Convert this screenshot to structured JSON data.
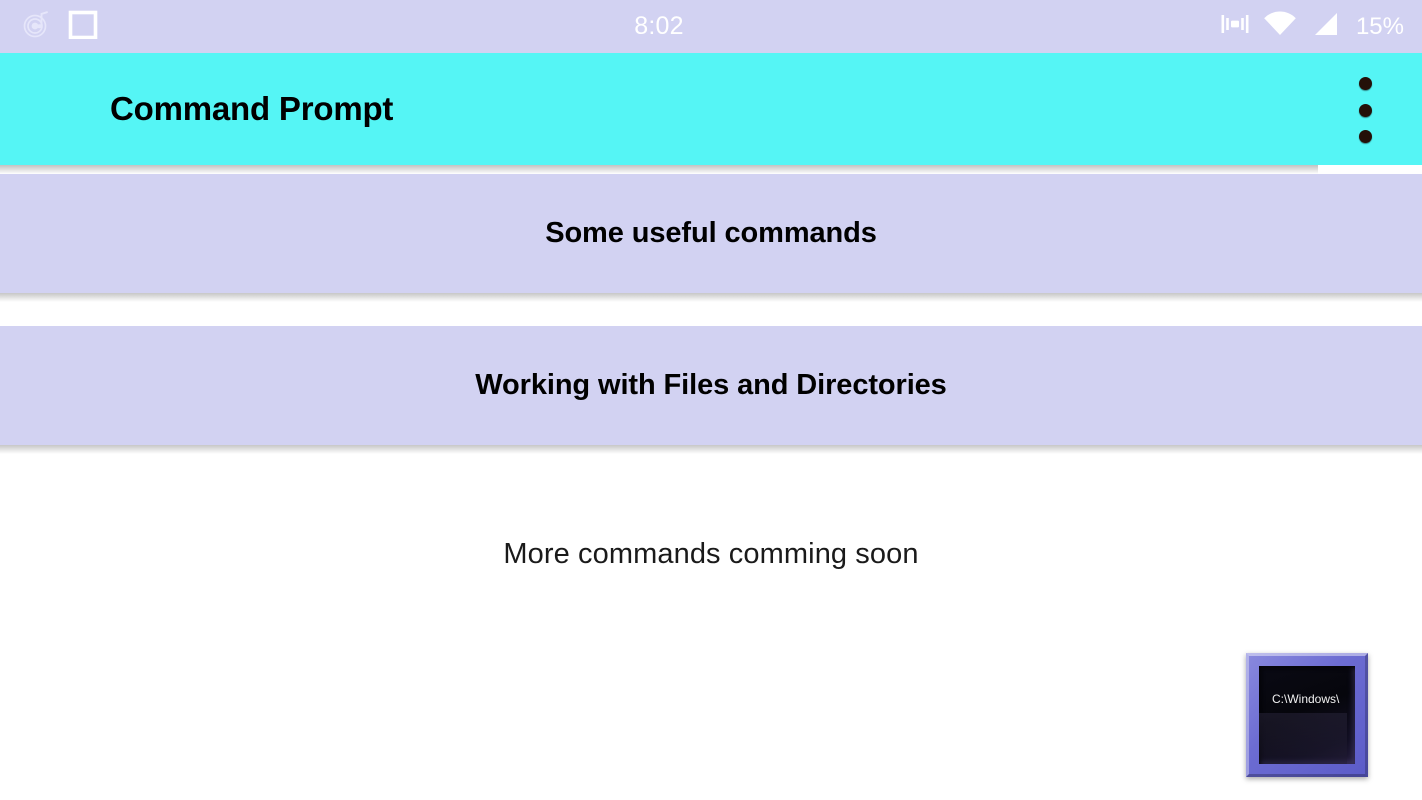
{
  "status_bar": {
    "time": "8:02",
    "battery": "15%",
    "left_icons": [
      {
        "name": "music-record-icon"
      },
      {
        "name": "screen-record-square-icon"
      }
    ],
    "right_icons": [
      {
        "name": "vibrate-icon"
      },
      {
        "name": "wifi-icon"
      },
      {
        "name": "cellular-signal-icon"
      }
    ],
    "background_color": "#d2d2f2",
    "text_color": "#ffffff"
  },
  "app_bar": {
    "title": "Command Prompt",
    "background_color": "#55f5f5",
    "title_color": "#000000",
    "overflow_menu_name": "overflow-menu-icon"
  },
  "main": {
    "cards": [
      {
        "label": "Some useful commands"
      },
      {
        "label": "Working with Files and Directories"
      }
    ],
    "card_background_color": "#d2d2f2",
    "note": "More commands comming soon"
  },
  "cmd_icon": {
    "screen_text": "C:\\Windows\\",
    "frame_color": "#6c6cd2",
    "screen_color": "#0a0a14"
  }
}
